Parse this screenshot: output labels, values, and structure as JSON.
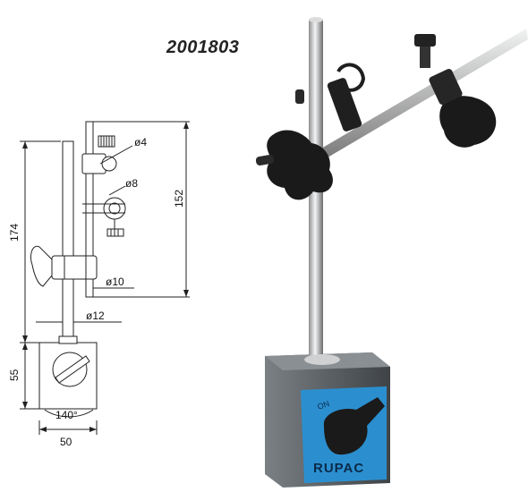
{
  "product": {
    "code": "2001803"
  },
  "drawing": {
    "dim_174": "174",
    "dim_152": "152",
    "dim_55": "55",
    "dim_50": "50",
    "dia_4": "ø4",
    "dia_8": "ø8",
    "dia_10": "ø10",
    "dia_12": "ø12",
    "angle": "140°"
  },
  "photo": {
    "brand_label": "RUPAC",
    "dial_on": "ON"
  },
  "colors": {
    "base": "#5f6468",
    "plate": "#2b8fcf",
    "knob": "#1a1a1a"
  }
}
